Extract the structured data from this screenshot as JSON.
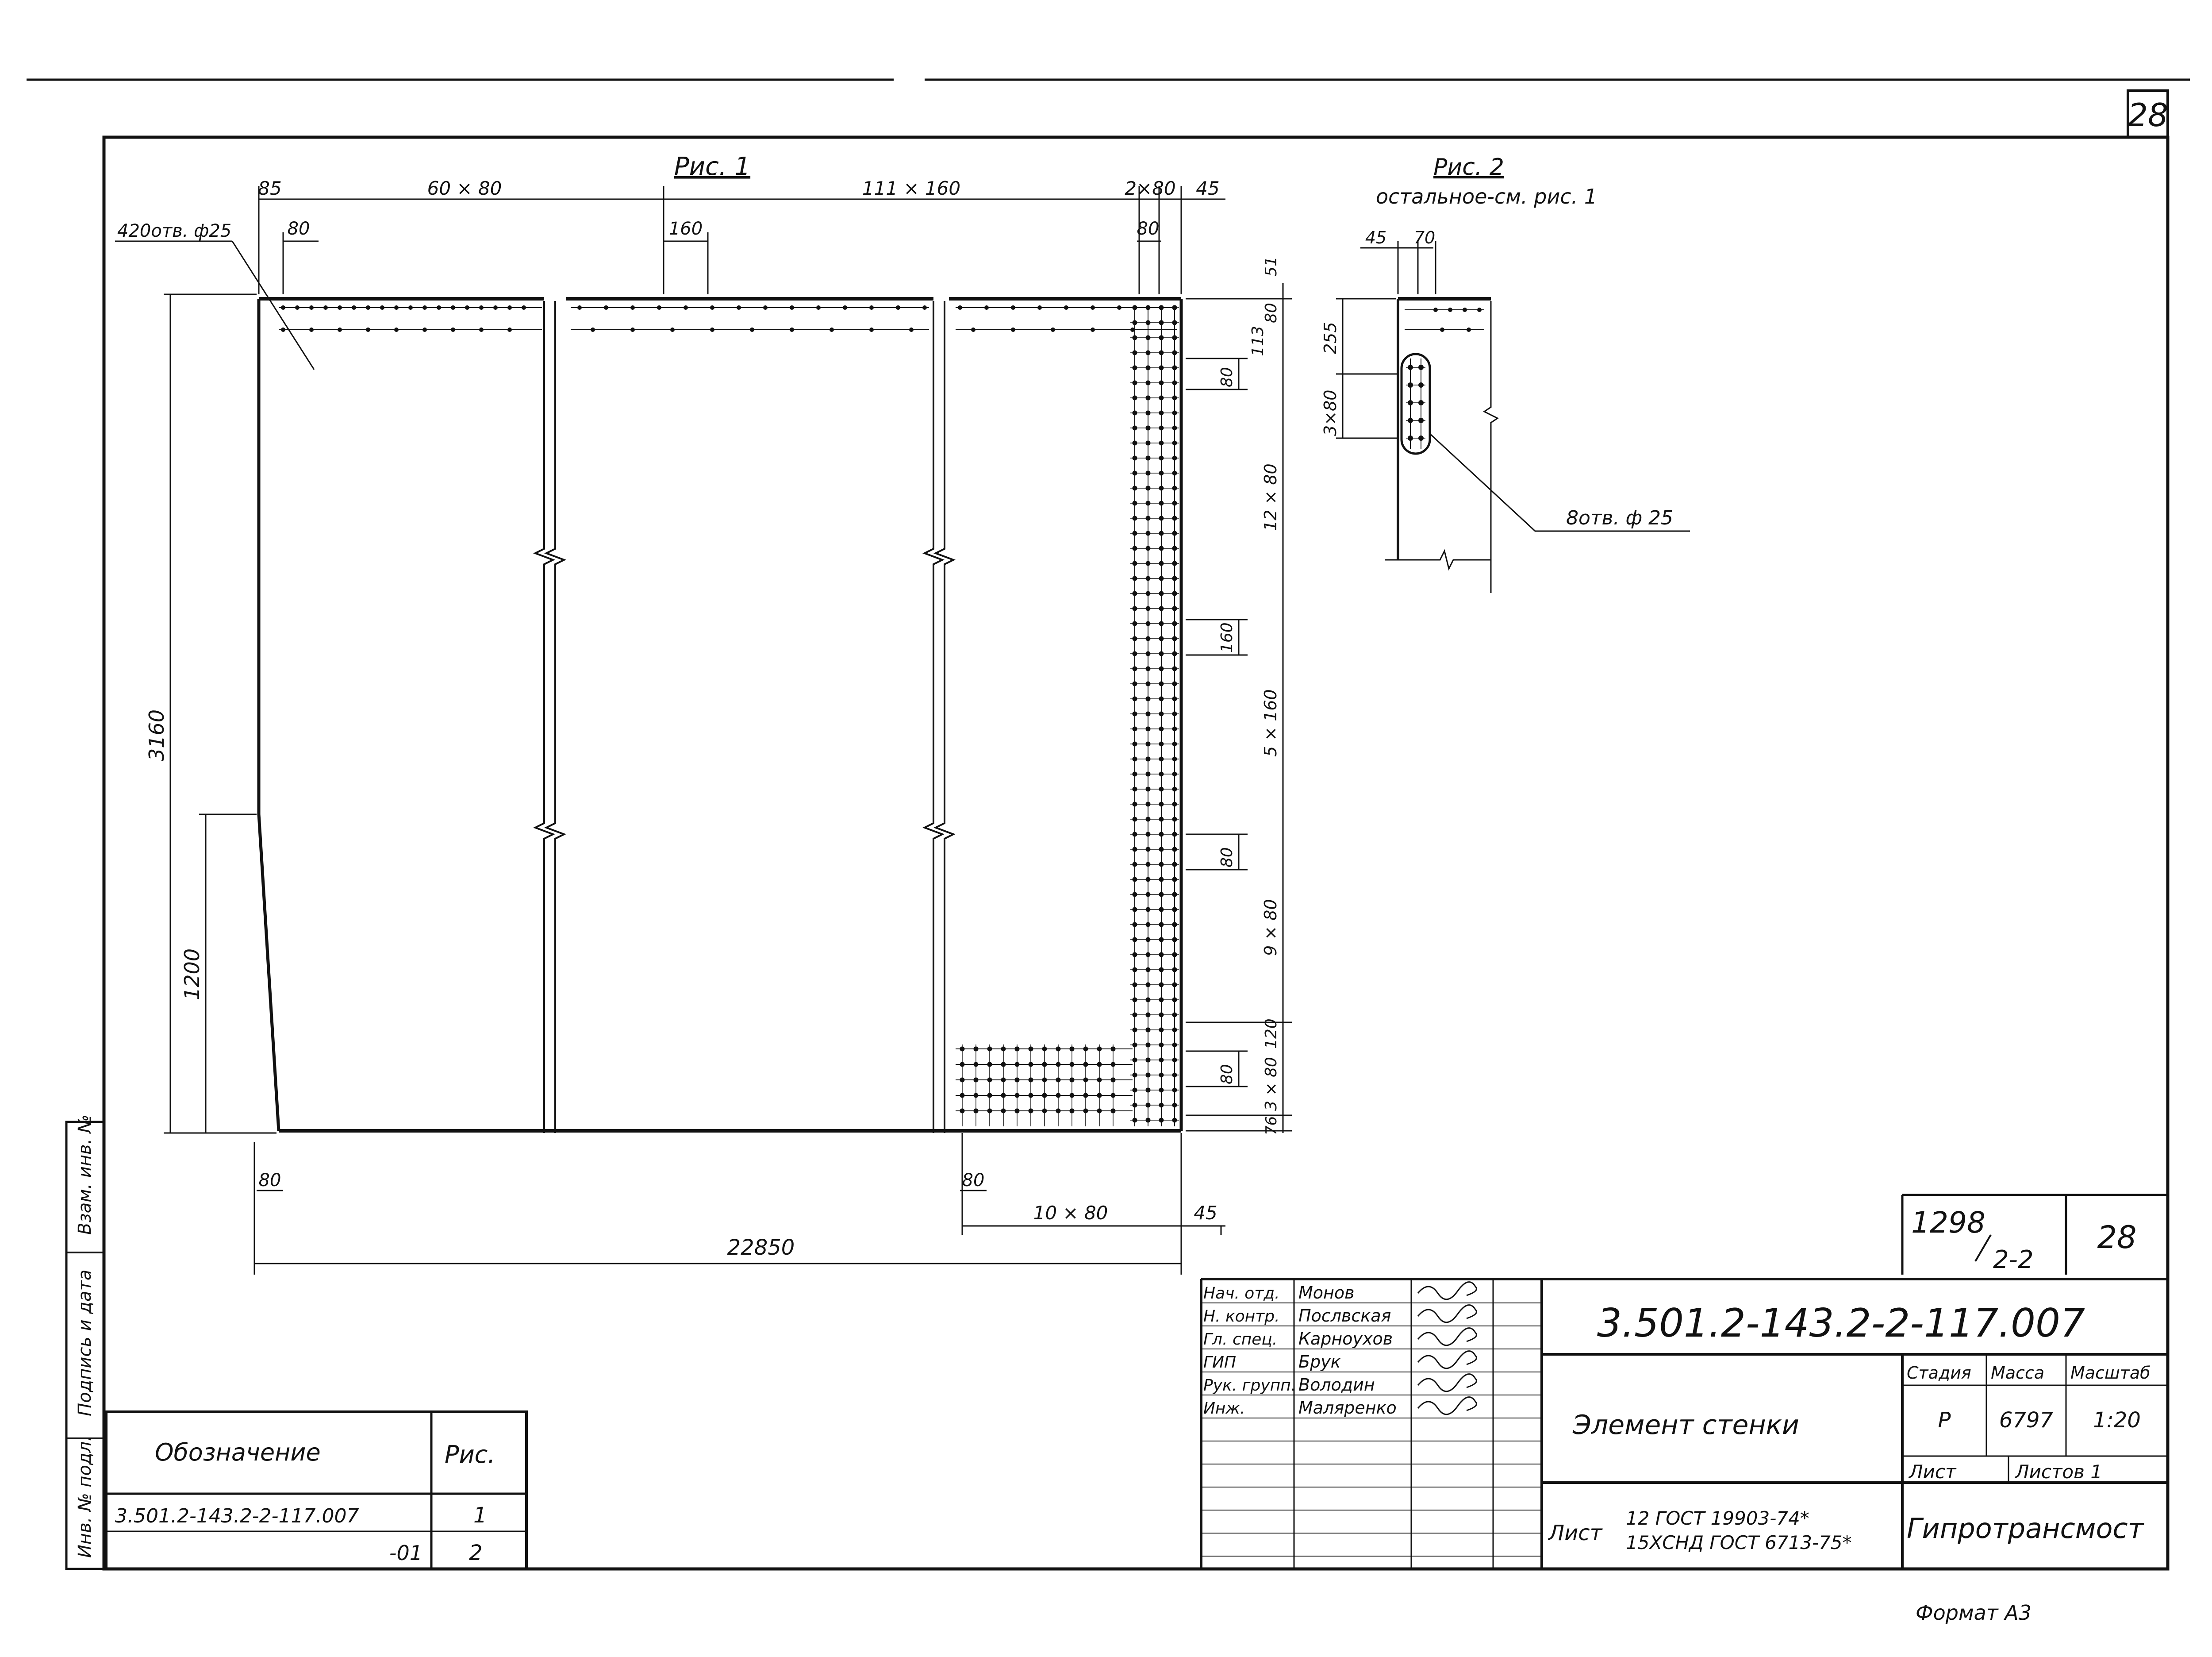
{
  "sheet_number": "28",
  "format": "Формат А3",
  "fig1": {
    "title": "Рис. 1",
    "top_dims": [
      "85",
      "60 × 80",
      "111 × 160",
      "2×80",
      "45"
    ],
    "sub_dims": [
      "80",
      "160",
      "80"
    ],
    "holes_note": "420отв. ф25",
    "right_dims": [
      "51",
      "80",
      "113",
      "80",
      "12 × 80",
      "160",
      "5 × 160",
      "80",
      "9 × 80",
      "120",
      "80",
      "3 × 80",
      "76"
    ],
    "left_dims": [
      "3160",
      "1200"
    ],
    "bottom_dims": [
      "80",
      "80",
      "10 × 80",
      "45",
      "22850"
    ]
  },
  "fig2": {
    "title": "Рис. 2",
    "subtitle": "остальное-см. рис. 1",
    "dims": [
      "45",
      "70",
      "255",
      "3×80"
    ],
    "holes_note": "8отв. ф 25"
  },
  "spec_table": {
    "header_designation": "Обозначение",
    "header_fig": "Рис.",
    "rows": [
      {
        "designation": "3.501.2-143.2-2-117.007",
        "fig": "1"
      },
      {
        "designation": "-01",
        "fig": "2"
      }
    ]
  },
  "left_margin": [
    "Взам. инв. №",
    "Подпись и дата",
    "Инв. № подл."
  ],
  "title_block": {
    "top_code": "1298",
    "top_sub": "2-2",
    "top_sheet": "28",
    "document_code": "3.501.2-143.2-2-117.007",
    "name": "Элемент стенки",
    "stage_label": "Стадия",
    "mass_label": "Масса",
    "scale_label": "Масштаб",
    "stage": "Р",
    "mass": "6797",
    "scale": "1:20",
    "sheet_label": "Лист",
    "sheets_label": "Листов 1",
    "organization": "Гипротрансмост",
    "material_prefix": "Лист",
    "material_line1": "12 ГОСТ 19903-74*",
    "material_line2": "15ХСНД ГОСТ 6713-75*",
    "signatures": [
      {
        "role": "Нач. отд.",
        "name": "Монов"
      },
      {
        "role": "Н. контр.",
        "name": "Послвская"
      },
      {
        "role": "Гл. спец.",
        "name": "Карноухов"
      },
      {
        "role": "ГИП",
        "name": "Брук"
      },
      {
        "role": "Рук. групп.",
        "name": "Володин"
      },
      {
        "role": "Инж.",
        "name": "Маляренко"
      }
    ]
  }
}
